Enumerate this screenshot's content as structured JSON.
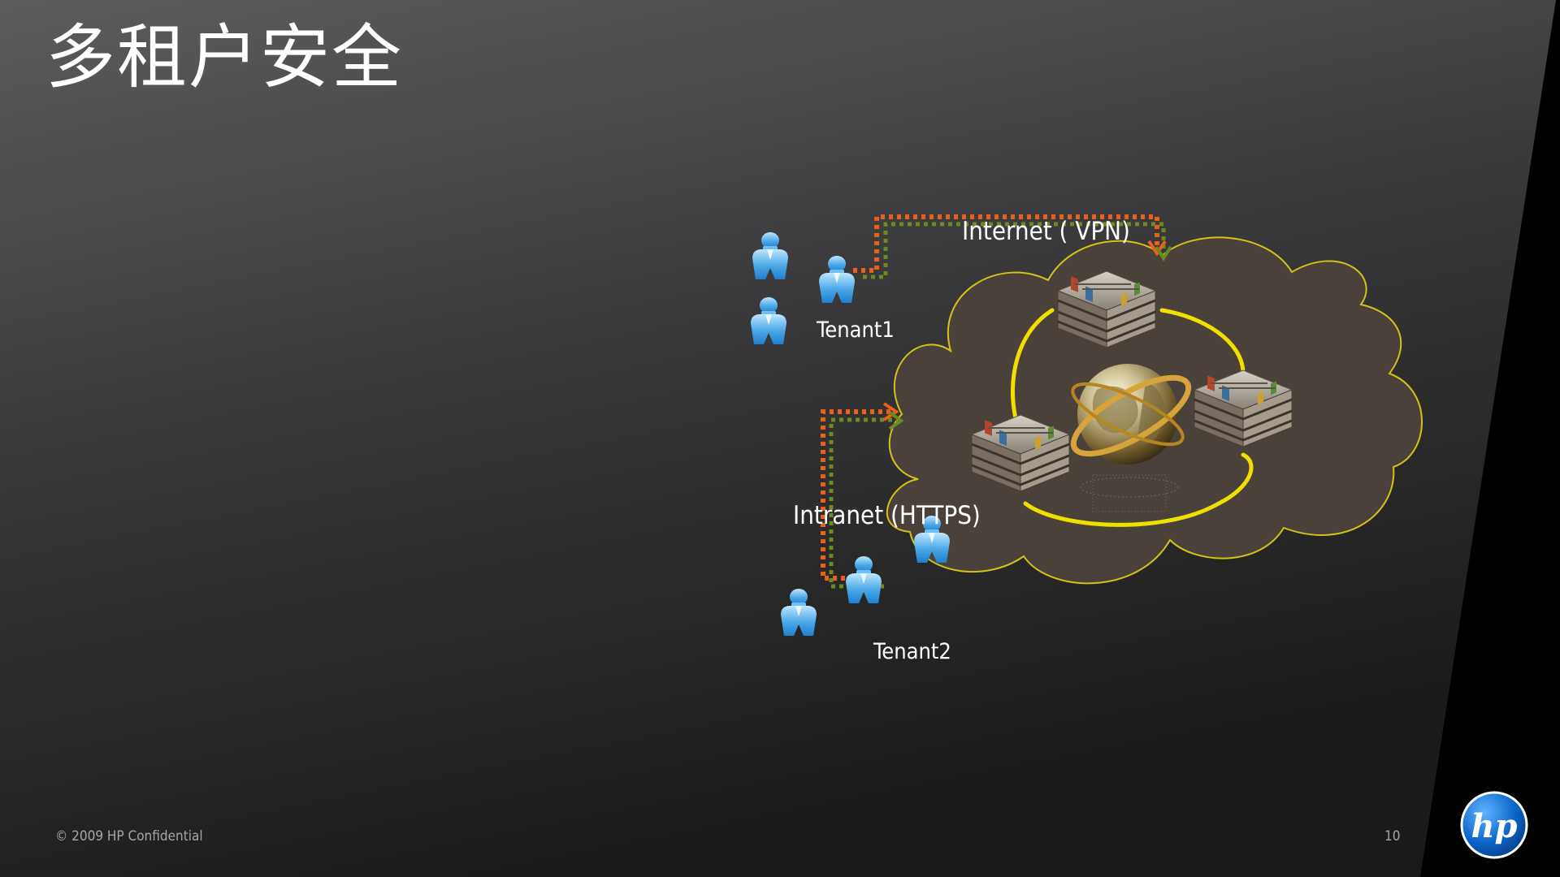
{
  "slide": {
    "title": "多租户安全",
    "copyright": "© 2009 HP Confidential",
    "page_number": "10",
    "logo_text": "hp"
  },
  "diagram": {
    "connections": {
      "internet_label": "Internet ( VPN)",
      "intranet_label": "Intranet (HTTPS)"
    },
    "tenants": [
      {
        "label": "Tenant1",
        "user_count": 3
      },
      {
        "label": "Tenant2",
        "user_count": 3
      }
    ],
    "cloud": {
      "servers": 3,
      "center_icon": "globe-icon"
    }
  },
  "colors": {
    "background_top": "#58585a",
    "background_bottom": "#1c1c1c",
    "cloud_fill": "#4a413b",
    "cloud_stroke": "#d4c316",
    "ring": "#f0e000",
    "path_orange": "#e8611a",
    "path_green": "#6b8a1f",
    "user_blue": "#4aa8e6",
    "logo_blue": "#0a64c8"
  }
}
